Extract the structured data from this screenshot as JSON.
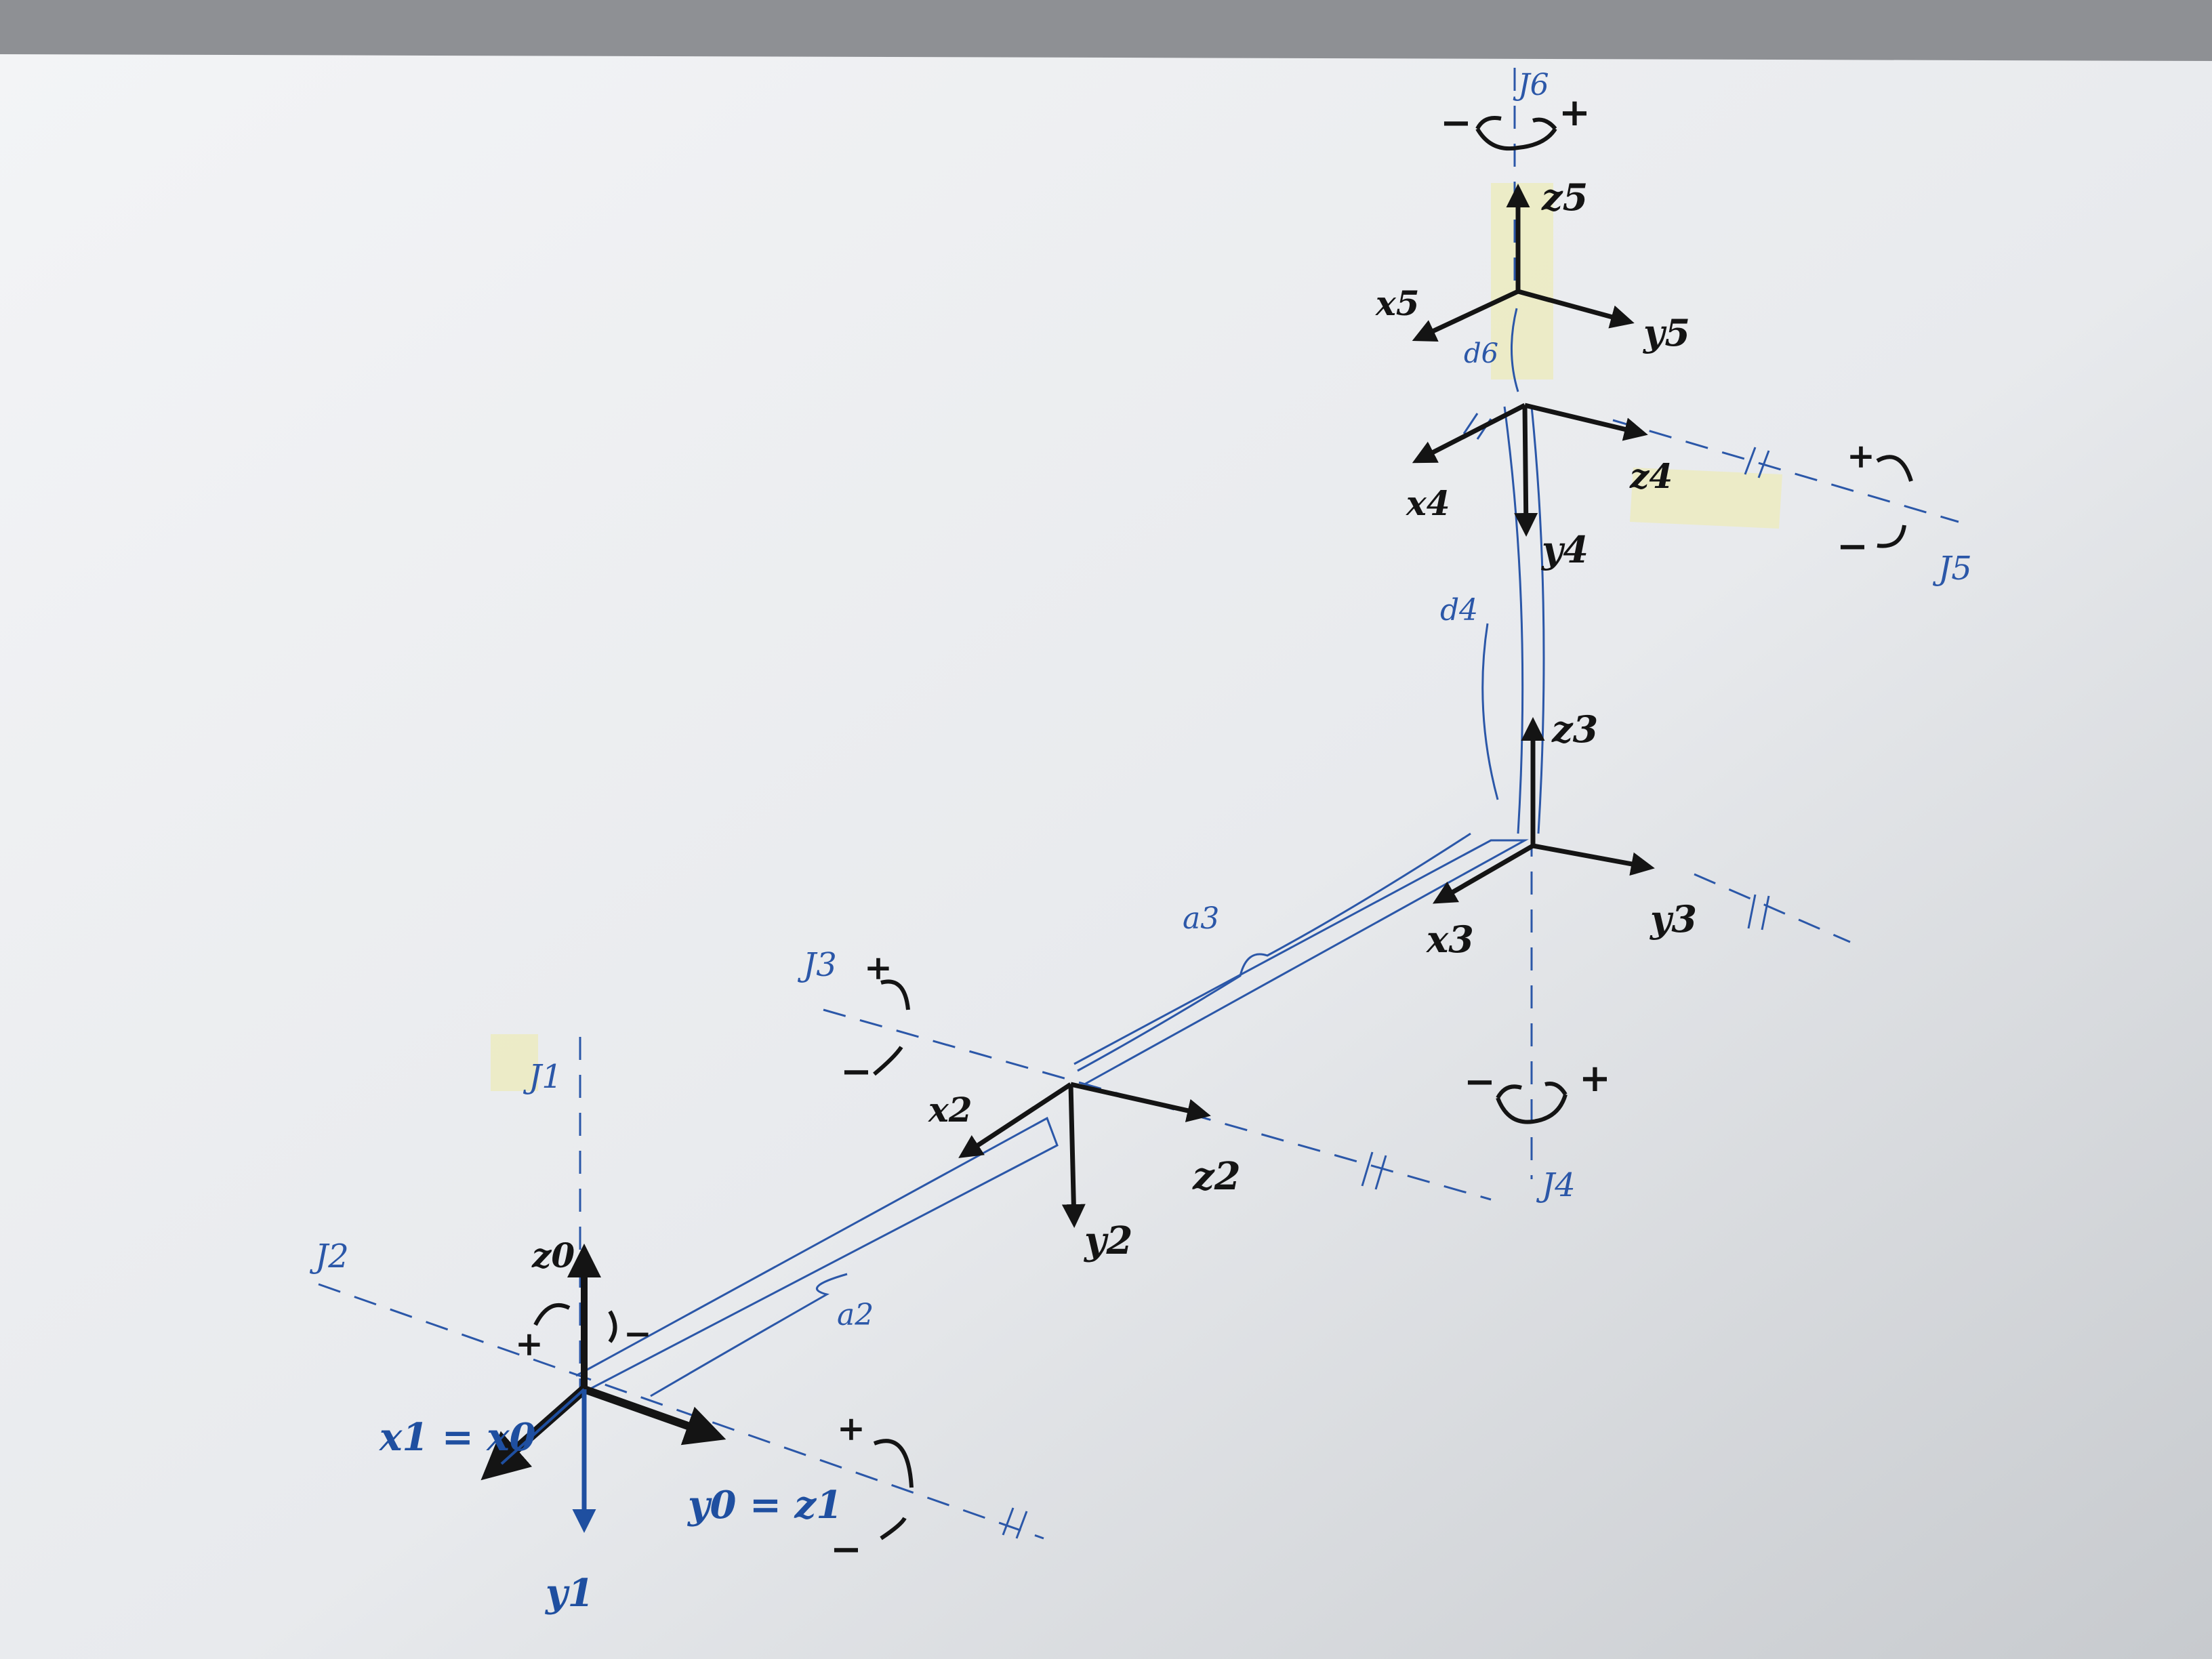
{
  "diagram": {
    "joint_axes": [
      "J1",
      "J2",
      "J3",
      "J4",
      "J5",
      "J6"
    ],
    "frames": {
      "f0": {
        "z": "z0",
        "y": "y0 = z1",
        "x": "x1 = x0"
      },
      "f1": {
        "y": "y1"
      },
      "f2": {
        "x": "x2",
        "y": "y2",
        "z": "z2"
      },
      "f3": {
        "z": "z3",
        "x": "x3",
        "y": "y3"
      },
      "f4": {
        "x": "x4",
        "y": "y4",
        "z": "z4"
      },
      "f5": {
        "z": "z5",
        "x": "x5",
        "y": "y5"
      }
    },
    "lengths": [
      "a2",
      "a3",
      "d4",
      "d6"
    ],
    "signs": {
      "plus": "+",
      "minus": "−"
    },
    "parallel_mark": "//"
  },
  "colors": {
    "paper_light": "#f4f5f6",
    "paper_dark": "#c9ccd1",
    "ink_black": "#141414",
    "ink_blue": "#1f4fa0",
    "tape": "#ecebc0"
  }
}
